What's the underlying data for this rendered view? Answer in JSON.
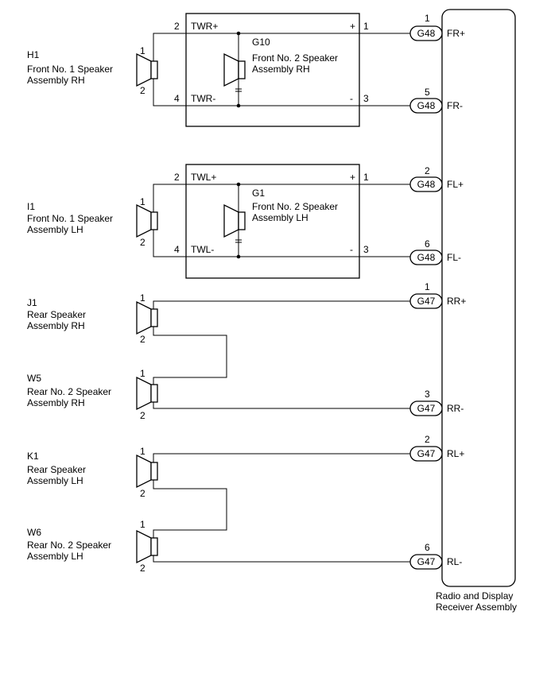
{
  "receiver": {
    "name_line1": "Radio and Display",
    "name_line2": "Receiver Assembly"
  },
  "front_groups": [
    {
      "speaker": {
        "code": "H1",
        "name_line1": "Front No. 1 Speaker",
        "name_line2": "Assembly RH",
        "pin_top": "1",
        "pin_bottom": "2"
      },
      "tweeter": {
        "code": "G10",
        "name_line1": "Front No. 2 Speaker",
        "name_line2": "Assembly RH",
        "pin_plus_num": "2",
        "pin_plus": "TWR+",
        "pin_minus_num": "4",
        "pin_minus": "TWR-",
        "plus_sign": "+",
        "minus_sign": "-",
        "out_plus_num": "1",
        "out_minus_num": "3"
      },
      "conn_plus": {
        "pin": "1",
        "connector": "G48",
        "label": "FR+"
      },
      "conn_minus": {
        "pin": "5",
        "connector": "G48",
        "label": "FR-"
      }
    },
    {
      "speaker": {
        "code": "I1",
        "name_line1": "Front No. 1 Speaker",
        "name_line2": "Assembly LH",
        "pin_top": "1",
        "pin_bottom": "2"
      },
      "tweeter": {
        "code": "G1",
        "name_line1": "Front No. 2 Speaker",
        "name_line2": "Assembly LH",
        "pin_plus_num": "2",
        "pin_plus": "TWL+",
        "pin_minus_num": "4",
        "pin_minus": "TWL-",
        "plus_sign": "+",
        "minus_sign": "-",
        "out_plus_num": "1",
        "out_minus_num": "3"
      },
      "conn_plus": {
        "pin": "2",
        "connector": "G48",
        "label": "FL+"
      },
      "conn_minus": {
        "pin": "6",
        "connector": "G48",
        "label": "FL-"
      }
    }
  ],
  "rear_groups": [
    {
      "speaker_a": {
        "code": "J1",
        "name_line1": "Rear Speaker",
        "name_line2": "Assembly RH",
        "pin_top": "1",
        "pin_bottom": "2"
      },
      "speaker_b": {
        "code": "W5",
        "name_line1": "Rear No. 2 Speaker",
        "name_line2": "Assembly RH",
        "pin_top": "1",
        "pin_bottom": "2"
      },
      "conn_plus": {
        "pin": "1",
        "connector": "G47",
        "label": "RR+"
      },
      "conn_minus": {
        "pin": "3",
        "connector": "G47",
        "label": "RR-"
      }
    },
    {
      "speaker_a": {
        "code": "K1",
        "name_line1": "Rear Speaker",
        "name_line2": "Assembly LH",
        "pin_top": "1",
        "pin_bottom": "2"
      },
      "speaker_b": {
        "code": "W6",
        "name_line1": "Rear No. 2 Speaker",
        "name_line2": "Assembly LH",
        "pin_top": "1",
        "pin_bottom": "2"
      },
      "conn_plus": {
        "pin": "2",
        "connector": "G47",
        "label": "RL+"
      },
      "conn_minus": {
        "pin": "6",
        "connector": "G47",
        "label": "RL-"
      }
    }
  ]
}
